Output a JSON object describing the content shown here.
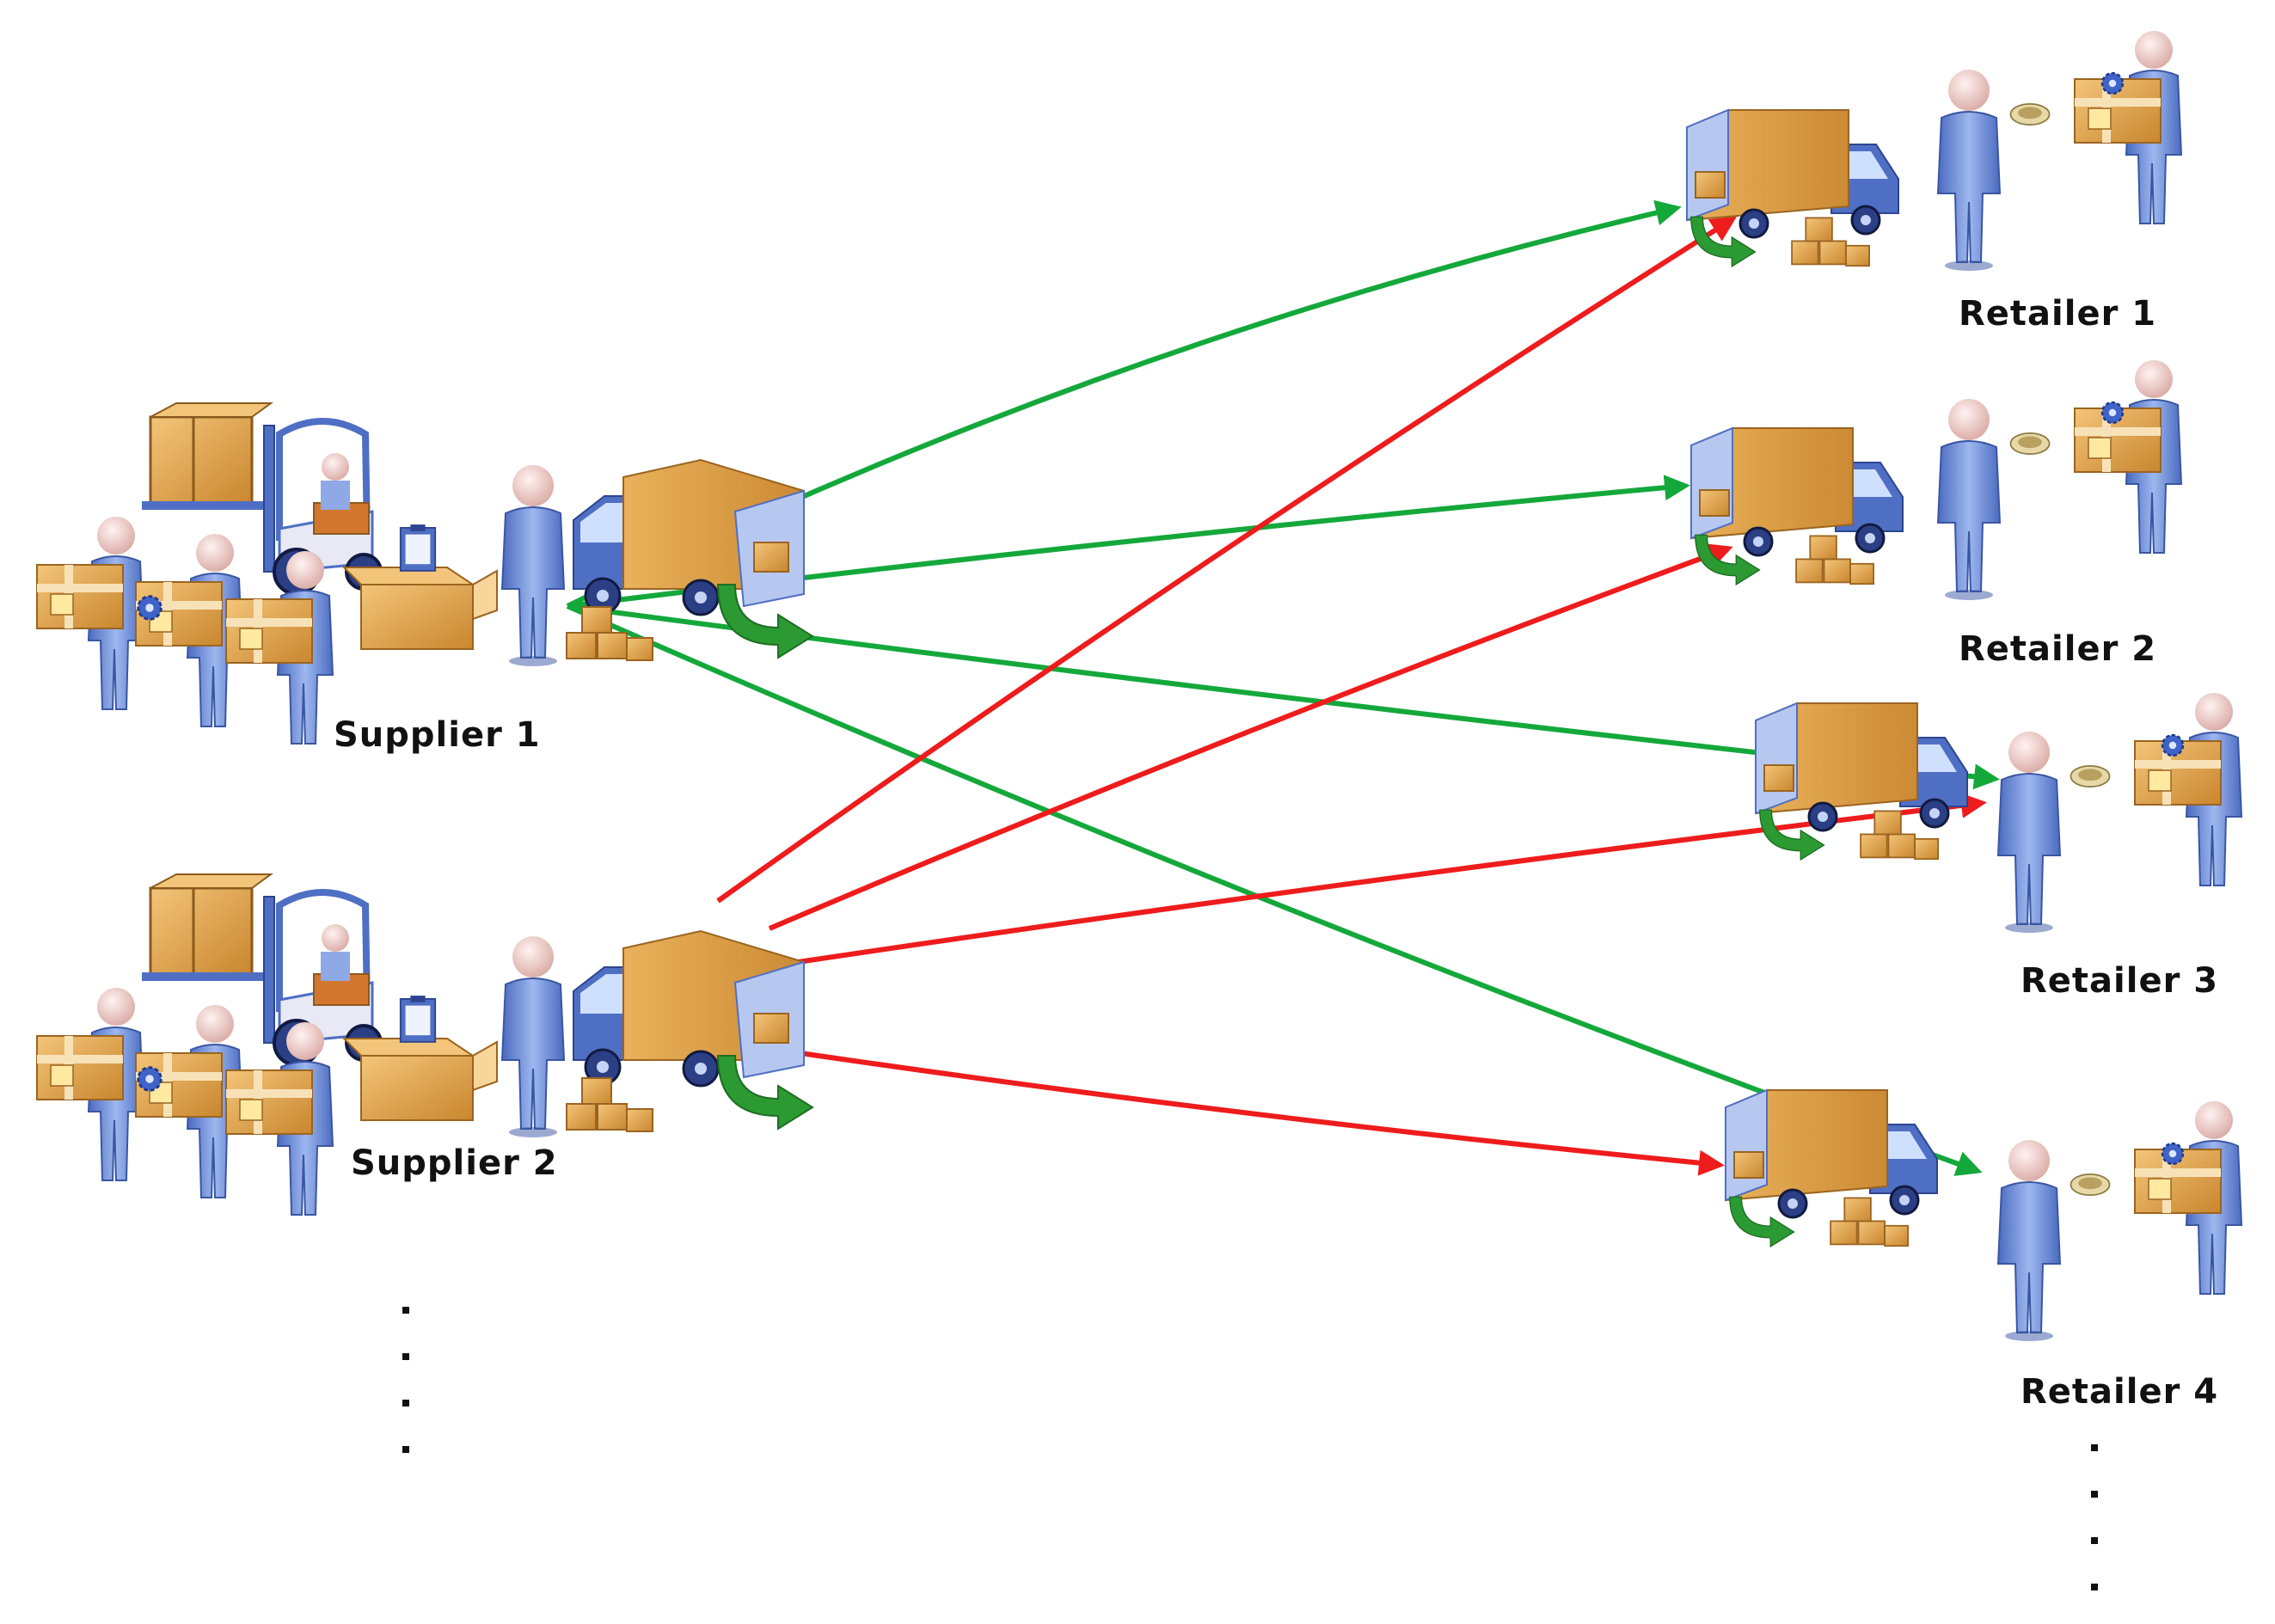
{
  "suppliers": [
    {
      "id": "s1",
      "label": "Supplier 1"
    },
    {
      "id": "s2",
      "label": "Supplier 2"
    }
  ],
  "retailers": [
    {
      "id": "r1",
      "label": "Retailer 1"
    },
    {
      "id": "r2",
      "label": "Retailer 2"
    },
    {
      "id": "r3",
      "label": "Retailer 3"
    },
    {
      "id": "r4",
      "label": "Retailer 4"
    }
  ],
  "continuation_marks": {
    "supplier_side": ". . . .",
    "retailer_side": ". . . ."
  },
  "edges": [
    {
      "from": "s1",
      "to": "r1",
      "color": "green"
    },
    {
      "from": "s1",
      "to": "r2",
      "color": "green"
    },
    {
      "from": "s1",
      "to": "r3",
      "color": "green"
    },
    {
      "from": "s1",
      "to": "r4",
      "color": "green"
    },
    {
      "from": "s2",
      "to": "r1",
      "color": "red"
    },
    {
      "from": "s2",
      "to": "r2",
      "color": "red"
    },
    {
      "from": "s2",
      "to": "r3",
      "color": "red"
    },
    {
      "from": "s2",
      "to": "r4",
      "color": "red"
    }
  ],
  "colors": {
    "supplier1_link": "#14a83b",
    "supplier2_link": "#ee1c1c",
    "person_body": "#6f8fd6",
    "person_head": "#f3d2cf",
    "box": "#e2a54a",
    "truck_cab": "#4f6fc4",
    "turn_arrow": "#2b9a33"
  },
  "icons": [
    "worker-icon",
    "forklift-icon",
    "delivery-truck-icon",
    "package-icon",
    "cash-icon",
    "gear-icon"
  ]
}
